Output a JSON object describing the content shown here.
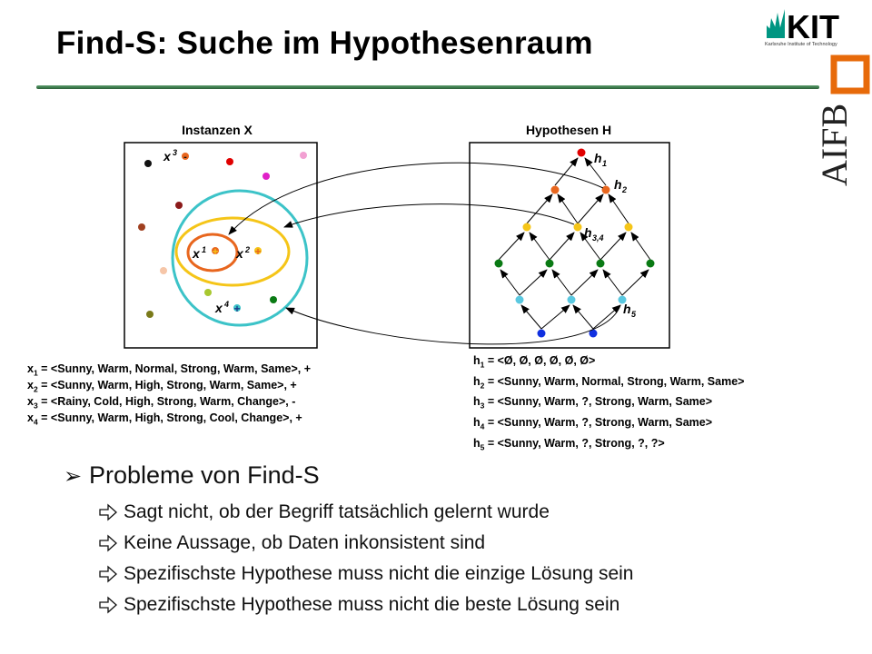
{
  "title": "Find-S: Suche im Hypothesenraum",
  "logos": {
    "kit_text": "KIT",
    "kit_tagline": "Karlsruhe Institute of Technology",
    "aifb_text": "AIFB"
  },
  "diagram": {
    "instances_label": "Instanzen X",
    "hypotheses_label": "Hypothesen H",
    "instance_labels": {
      "x1": "x",
      "x1_sub": "1",
      "x2": "x",
      "x2_sub": "2",
      "x3": "x",
      "x3_sub": "3",
      "x4": "x",
      "x4_sub": "4"
    },
    "instance_signs": {
      "x1": "+",
      "x2": "+",
      "x3": "-",
      "x4": "+"
    },
    "hypothesis_labels": {
      "h1": "h",
      "h1_sub": "1",
      "h2": "h",
      "h2_sub": "2",
      "h34": "h",
      "h34_sub": "3,4",
      "h5": "h",
      "h5_sub": "5"
    }
  },
  "instances": [
    {
      "name": "x",
      "sub": "1",
      "value": " = <Sunny, Warm, Normal, Strong, Warm, Same>, +"
    },
    {
      "name": "x",
      "sub": "2",
      "value": " = <Sunny, Warm, High, Strong, Warm, Same>, +"
    },
    {
      "name": "x",
      "sub": "3",
      "value": " = <Rainy, Cold, High, Strong, Warm, Change>, -"
    },
    {
      "name": "x",
      "sub": "4",
      "value": " = <Sunny, Warm, High, Strong, Cool, Change>, +"
    }
  ],
  "hypotheses": [
    {
      "name": "h",
      "sub": "1",
      "value": " = <Ø, Ø, Ø, Ø, Ø, Ø>"
    },
    {
      "name": "h",
      "sub": "2",
      "value": " = <Sunny, Warm, Normal, Strong, Warm, Same>"
    },
    {
      "name": "h",
      "sub": "3",
      "value": " = <Sunny, Warm, ?, Strong, Warm, Same>"
    },
    {
      "name": "h",
      "sub": "4",
      "value": " = <Sunny, Warm, ?, Strong, Warm, Same>"
    },
    {
      "name": "h",
      "sub": "5",
      "value": " = <Sunny, Warm, ?, Strong, ?, ?>"
    }
  ],
  "problems": {
    "heading": "Probleme von Find-S",
    "items": [
      "Sagt nicht, ob der Begriff tatsächlich gelernt wurde",
      "Keine Aussage, ob Daten inkonsistent sind",
      "Spezifischste Hypothese muss nicht die einzige Lösung sein",
      "Spezifischste Hypothese muss nicht die beste Lösung sein"
    ]
  },
  "colors": {
    "kit_green": "#009682",
    "rule_green": "#3d7a4d",
    "ellipse_cyan": "#3cc3c8",
    "ellipse_yellow": "#f5c518",
    "ellipse_orange": "#e8661e",
    "dot_dark_red": "#8b1a1a",
    "dot_red": "#e00000",
    "dot_magenta": "#e020c8",
    "dot_pink": "#f2a0d2",
    "dot_peach": "#f6c6a8",
    "dot_lime": "#a8c830",
    "dot_olive": "#7a7a1a",
    "dot_green": "#0a7a14",
    "dot_blue": "#1030e0",
    "dot_lightblue": "#5ac8e0"
  }
}
